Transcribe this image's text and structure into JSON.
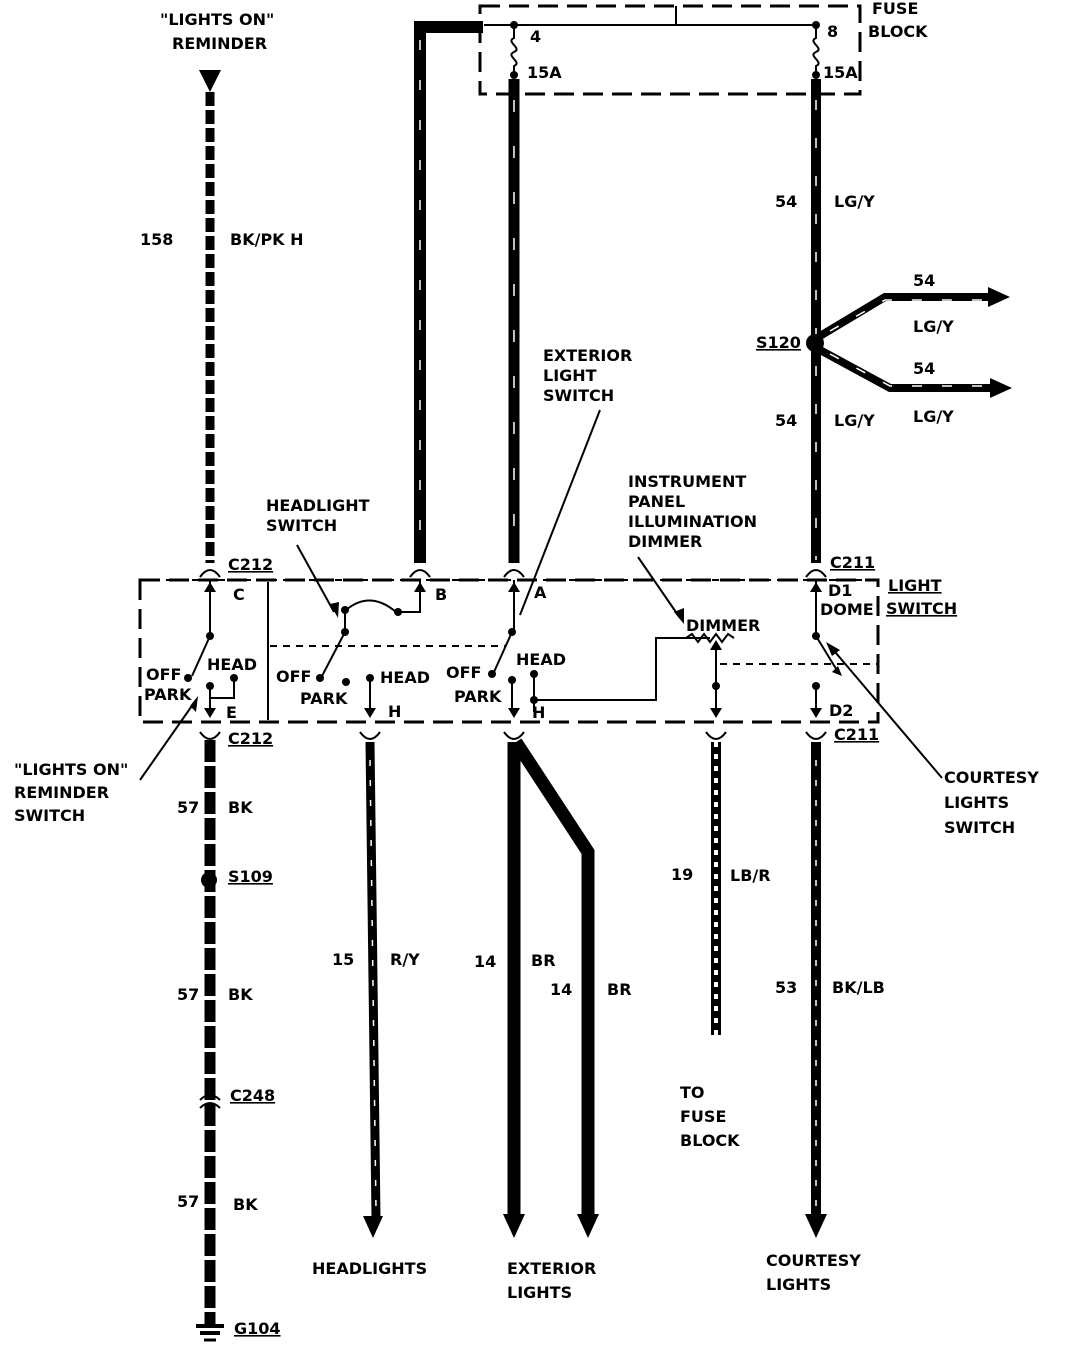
{
  "labels": {
    "lights_on_reminder": [
      "\"LIGHTS ON\"",
      "REMINDER"
    ],
    "fuse_block": [
      "FUSE",
      "BLOCK"
    ],
    "fuse_4": "4",
    "fuse_4_rating": "15A",
    "fuse_8": "8",
    "fuse_8_rating": "15A",
    "exterior_light_switch": [
      "EXTERIOR",
      "LIGHT",
      "SWITCH"
    ],
    "headlight_switch": [
      "HEADLIGHT",
      "SWITCH"
    ],
    "instrument_panel_dimmer": [
      "INSTRUMENT",
      "PANEL",
      "ILLUMINATION",
      "DIMMER"
    ],
    "light_switch": [
      "LIGHT",
      "SWITCH"
    ],
    "reminder_switch": [
      "\"LIGHTS ON\"",
      "REMINDER",
      "SWITCH"
    ],
    "courtesy_lights_switch": [
      "COURTESY",
      "LIGHTS",
      "SWITCH"
    ],
    "to_fuse_block": [
      "TO",
      "FUSE",
      "BLOCK"
    ],
    "headlights": "HEADLIGHTS",
    "exterior_lights": [
      "EXTERIOR",
      "LIGHTS"
    ],
    "courtesy_lights": [
      "COURTESY",
      "LIGHTS"
    ]
  },
  "connectors": {
    "c212_top": "C212",
    "c212_bottom": "C212",
    "c211_top": "C211",
    "c211_bottom": "C211",
    "s120": "S120",
    "s109": "S109",
    "c248": "C248",
    "g104": "G104"
  },
  "pins": {
    "c": "C",
    "e": "E",
    "b": "B",
    "a": "A",
    "h1": "H",
    "h2": "H",
    "d1": "D1",
    "d2": "D2",
    "dome": "DOME"
  },
  "switch_positions": {
    "off": "OFF",
    "head": "HEAD",
    "park": "PARK",
    "dimmer": "DIMMER"
  },
  "wires": {
    "w158": {
      "circuit": "158",
      "color": "BK/PK H"
    },
    "w54_top": {
      "circuit": "54",
      "color": "LG/Y"
    },
    "w54_branch1": {
      "circuit": "54",
      "color": "LG/Y"
    },
    "w54_branch2": {
      "circuit": "54",
      "color": "LG/Y"
    },
    "w54_lower": {
      "circuit": "54",
      "color": "LG/Y"
    },
    "w57_a": {
      "circuit": "57",
      "color": "BK"
    },
    "w57_b": {
      "circuit": "57",
      "color": "BK"
    },
    "w57_c": {
      "circuit": "57",
      "color": "BK"
    },
    "w15": {
      "circuit": "15",
      "color": "R/Y"
    },
    "w14_a": {
      "circuit": "14",
      "color": "BR"
    },
    "w14_b": {
      "circuit": "14",
      "color": "BR"
    },
    "w19": {
      "circuit": "19",
      "color": "LB/R"
    },
    "w53": {
      "circuit": "53",
      "color": "BK/LB"
    }
  }
}
